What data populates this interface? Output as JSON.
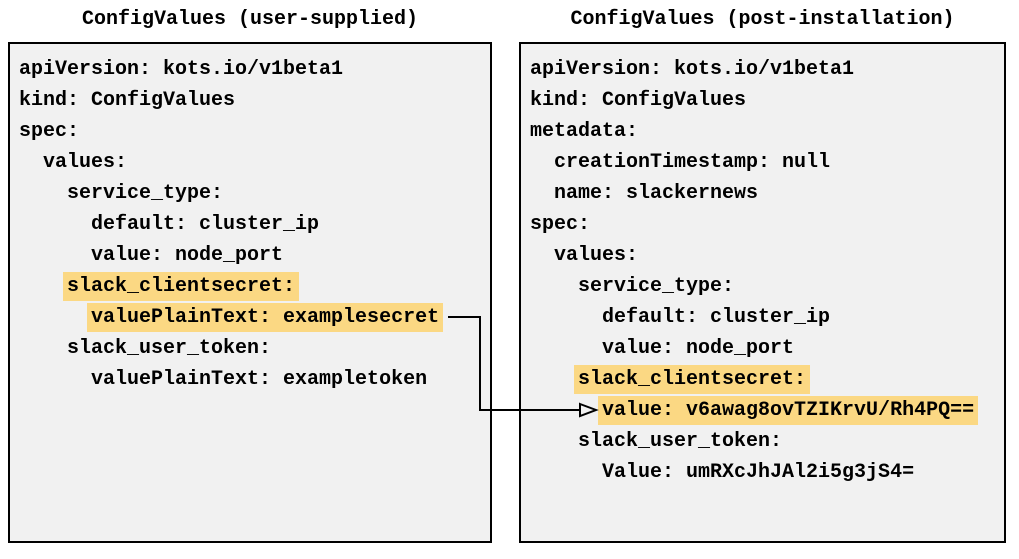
{
  "figure": {
    "panels": [
      {
        "id": "user-supplied",
        "title": "ConfigValues (user-supplied)",
        "lines": [
          {
            "prefix": "",
            "text": "apiVersion: kots.io/v1beta1",
            "highlighted": false
          },
          {
            "prefix": "",
            "text": "kind: ConfigValues",
            "highlighted": false
          },
          {
            "prefix": "",
            "text": "spec:",
            "highlighted": false
          },
          {
            "prefix": "  ",
            "text": "values:",
            "highlighted": false
          },
          {
            "prefix": "    ",
            "text": "service_type:",
            "highlighted": false
          },
          {
            "prefix": "      ",
            "text": "default: cluster_ip",
            "highlighted": false
          },
          {
            "prefix": "      ",
            "text": "value: node_port",
            "highlighted": false
          },
          {
            "prefix": "    ",
            "text": "slack_clientsecret:",
            "highlighted": true
          },
          {
            "prefix": "      ",
            "text": "valuePlainText: examplesecret",
            "highlighted": true
          },
          {
            "prefix": "    ",
            "text": "slack_user_token:",
            "highlighted": false
          },
          {
            "prefix": "      ",
            "text": "valuePlainText: exampletoken",
            "highlighted": false
          }
        ]
      },
      {
        "id": "post-installation",
        "title": "ConfigValues (post-installation)",
        "lines": [
          {
            "prefix": "",
            "text": "apiVersion: kots.io/v1beta1",
            "highlighted": false
          },
          {
            "prefix": "",
            "text": "kind: ConfigValues",
            "highlighted": false
          },
          {
            "prefix": "",
            "text": "metadata:",
            "highlighted": false
          },
          {
            "prefix": "  ",
            "text": "creationTimestamp: null",
            "highlighted": false
          },
          {
            "prefix": "  ",
            "text": "name: slackernews",
            "highlighted": false
          },
          {
            "prefix": "",
            "text": "spec:",
            "highlighted": false
          },
          {
            "prefix": "  ",
            "text": "values:",
            "highlighted": false
          },
          {
            "prefix": "    ",
            "text": "service_type:",
            "highlighted": false
          },
          {
            "prefix": "      ",
            "text": "default: cluster_ip",
            "highlighted": false
          },
          {
            "prefix": "      ",
            "text": "value: node_port",
            "highlighted": false
          },
          {
            "prefix": "    ",
            "text": "slack_clientsecret:",
            "highlighted": true
          },
          {
            "prefix": "      ",
            "text": "value: v6awag8ovTZIKrvU/Rh4PQ==",
            "highlighted": true
          },
          {
            "prefix": "    ",
            "text": "slack_user_token:",
            "highlighted": false
          },
          {
            "prefix": "      ",
            "text": "Value: umRXcJhJAl2i5g3jS4=",
            "highlighted": false
          }
        ]
      }
    ],
    "arrow": {
      "from": "valuePlainText: examplesecret",
      "to": "value: v6awag8ovTZIKrvU/Rh4PQ=="
    },
    "colors": {
      "highlight": "#fbd883",
      "panel_background": "#f1f1f1",
      "panel_border": "#000000",
      "text": "#000000"
    }
  }
}
